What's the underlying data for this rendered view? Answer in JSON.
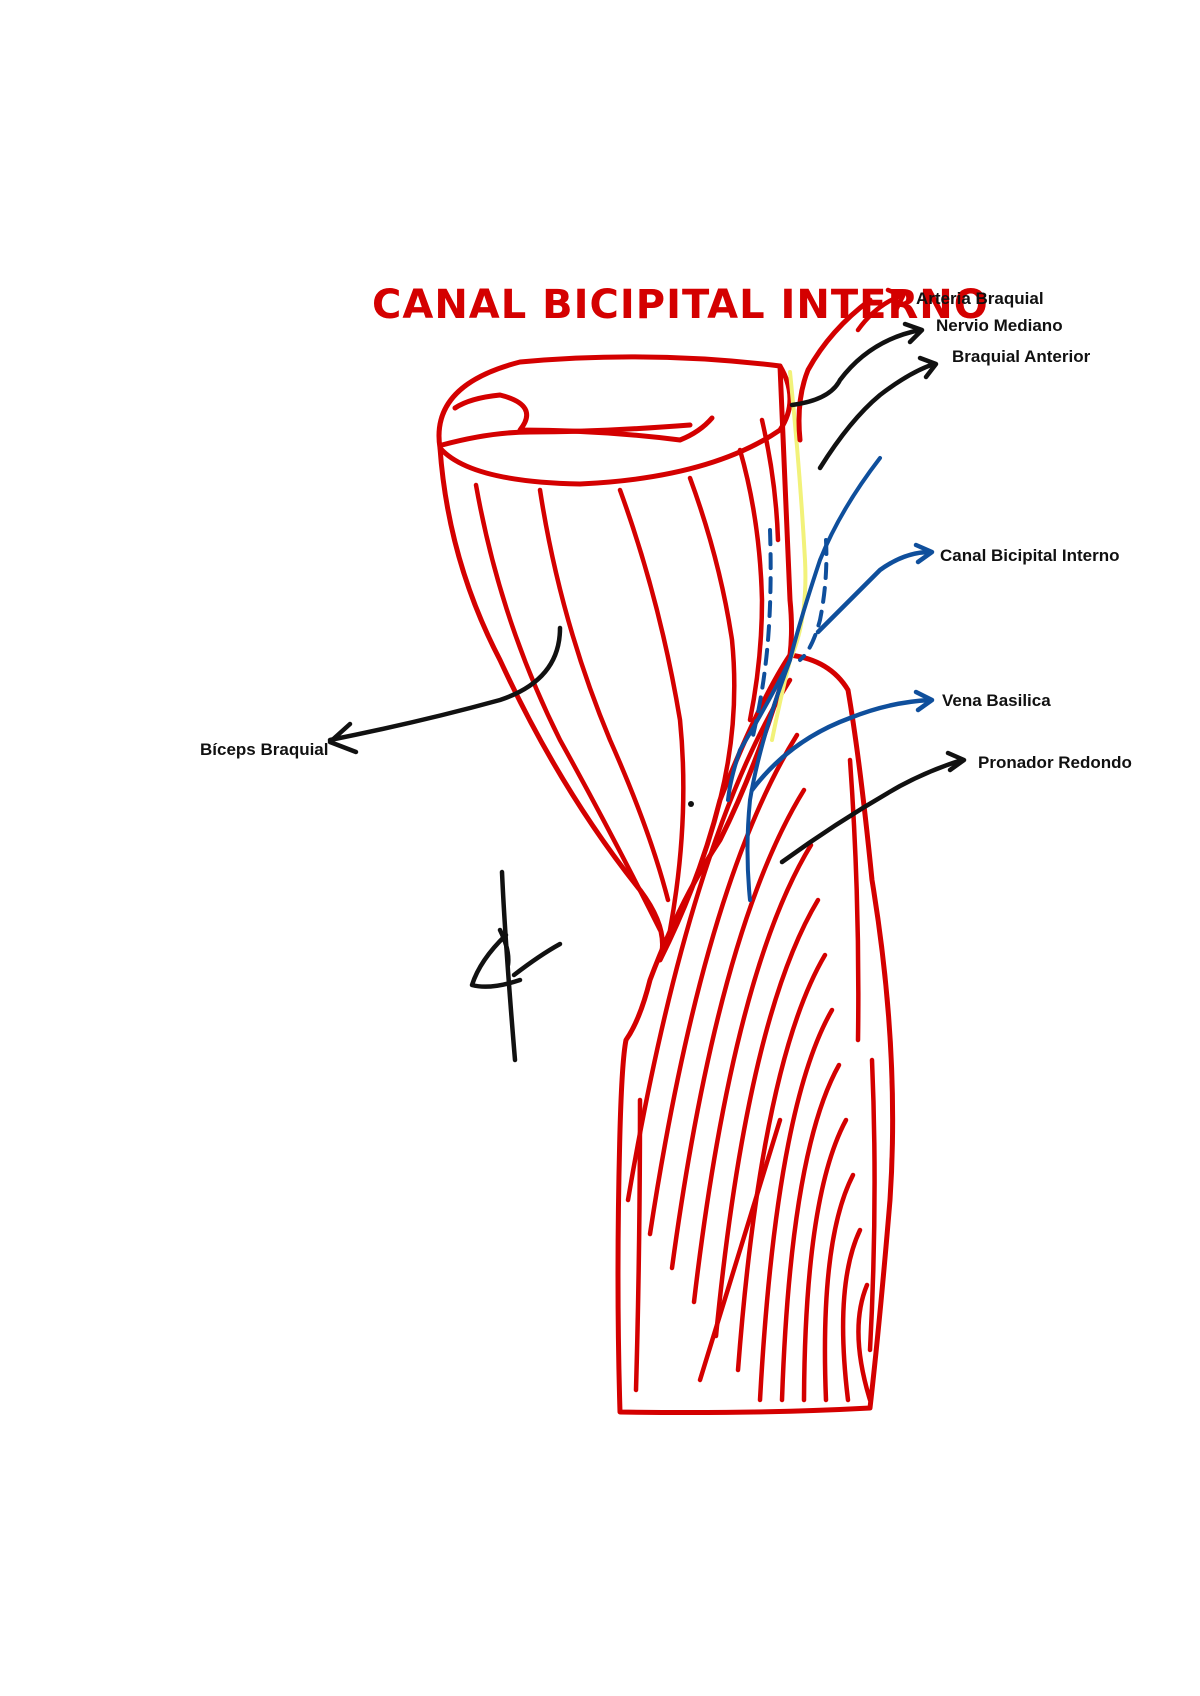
{
  "diagram": {
    "title": "CANAL BICIPITAL INTERNO",
    "labels": {
      "arteria_braquial": "Arteria Braquial",
      "nervio_mediano": "Nervio Mediano",
      "braquial_anterior": "Braquial Anterior",
      "canal_bicipital_interno": "Canal Bicipital Interno",
      "vena_basilica": "Vena Basilica",
      "pronador_redondo": "Pronador Redondo",
      "biceps_braquial": "Bíceps Braquial"
    }
  },
  "colors": {
    "muscle": "#d40000",
    "pointer": "#111111",
    "vessel_blue": "#0f4f9c",
    "nerve_yellow": "#f2f27a",
    "title": "#d40000"
  }
}
